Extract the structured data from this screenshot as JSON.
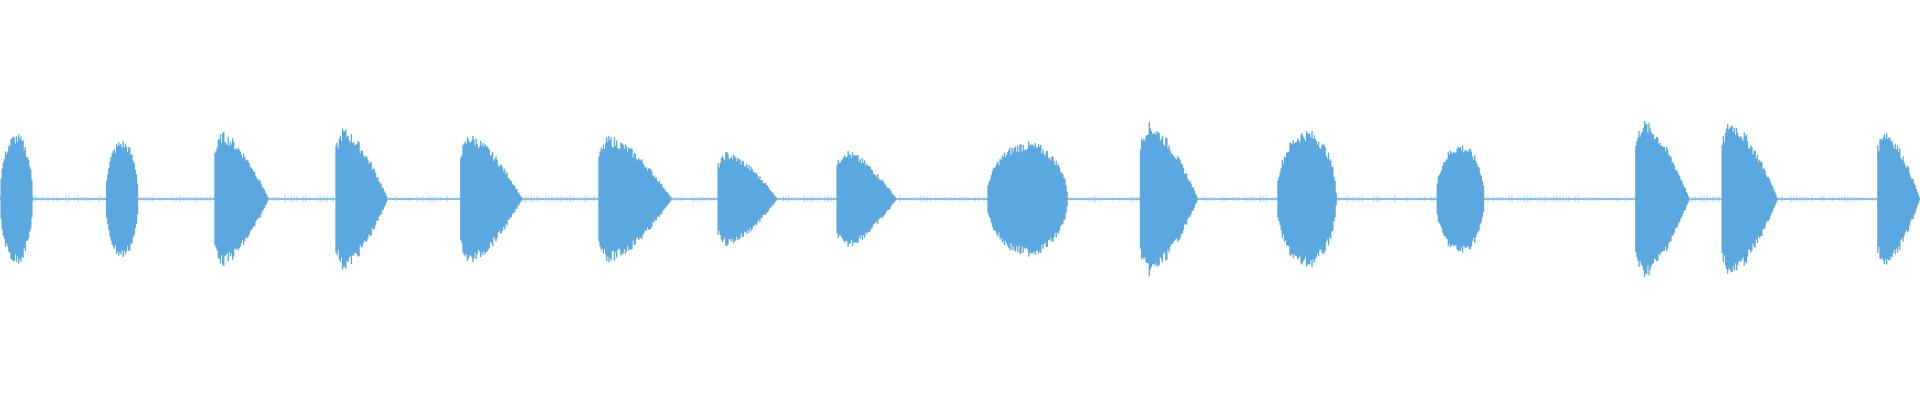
{
  "waveform": {
    "color": "#5BA8E0",
    "baseline_color": "#5BA8E0",
    "background": "#ffffff",
    "bursts": [
      {
        "start": 0.0,
        "end": 0.017,
        "amp": 0.33,
        "shape": "round"
      },
      {
        "start": 0.055,
        "end": 0.072,
        "amp": 0.3,
        "shape": "round"
      },
      {
        "start": 0.112,
        "end": 0.14,
        "amp": 0.34,
        "shape": "decay"
      },
      {
        "start": 0.175,
        "end": 0.202,
        "amp": 0.36,
        "shape": "decay"
      },
      {
        "start": 0.24,
        "end": 0.272,
        "amp": 0.33,
        "shape": "decay"
      },
      {
        "start": 0.312,
        "end": 0.35,
        "amp": 0.32,
        "shape": "decay"
      },
      {
        "start": 0.374,
        "end": 0.405,
        "amp": 0.24,
        "shape": "decay"
      },
      {
        "start": 0.436,
        "end": 0.467,
        "amp": 0.25,
        "shape": "decay"
      },
      {
        "start": 0.514,
        "end": 0.556,
        "amp": 0.29,
        "shape": "round"
      },
      {
        "start": 0.594,
        "end": 0.624,
        "amp": 0.39,
        "shape": "decay"
      },
      {
        "start": 0.665,
        "end": 0.696,
        "amp": 0.35,
        "shape": "round"
      },
      {
        "start": 0.748,
        "end": 0.773,
        "amp": 0.28,
        "shape": "round"
      },
      {
        "start": 0.852,
        "end": 0.88,
        "amp": 0.4,
        "shape": "decay"
      },
      {
        "start": 0.897,
        "end": 0.926,
        "amp": 0.4,
        "shape": "decay"
      },
      {
        "start": 0.978,
        "end": 1.0,
        "amp": 0.36,
        "shape": "decay"
      }
    ]
  }
}
